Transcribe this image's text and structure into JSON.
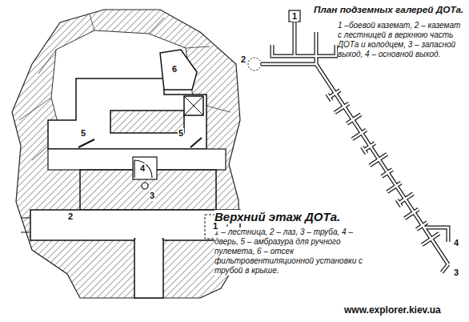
{
  "diagram": {
    "labels": [
      "План подземных галерей ДОТа.",
      "1 –боевой каземат, 2 – каземат с лестницей в верхнюю часть ДОТа и колодцем, 3 – запасной выход, 4 – основной выход.",
      "Верхний этаж ДОТа.",
      "1 – лестница, 2 – лаз, 3 – труба, 4 – дверь, 5 – амбразура для ручного пулемета, 6 – отсек фильтровентиляционной установки с трубой в крыше.",
      "www.explorer.kiev.ua",
      "2",
      "1",
      "3",
      "4",
      "5",
      "5",
      "6",
      "1",
      "2",
      "3",
      "4"
    ]
  }
}
